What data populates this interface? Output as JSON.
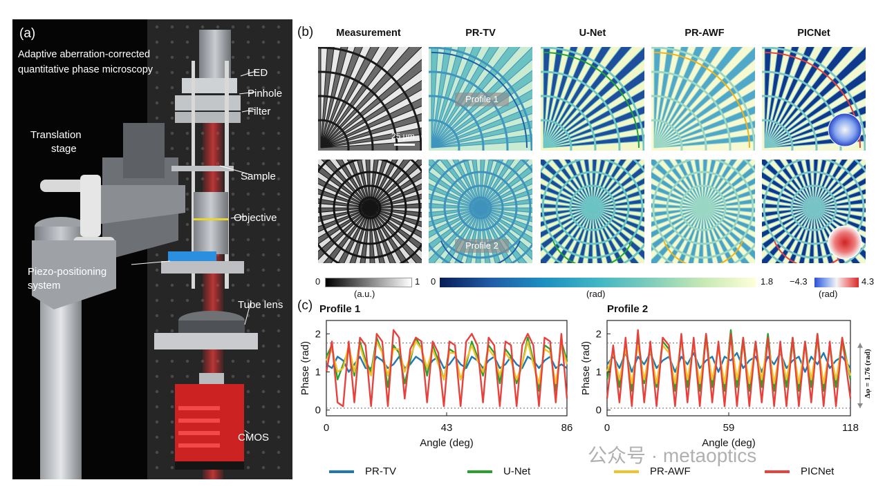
{
  "panel_a": {
    "letter": "(a)",
    "title_line1": "Adaptive aberration-corrected",
    "title_line2": "quantitative phase microscopy",
    "labels": {
      "led": "LED",
      "pinhole": "Pinhole",
      "filter": "Filter",
      "translation_line1": "Translation",
      "translation_line2": "stage",
      "sample": "Sample",
      "objective": "Objective",
      "piezo_line1": "Piezo-positioning",
      "piezo_line2": "system",
      "tube_lens": "Tube lens",
      "cmos": "CMOS"
    }
  },
  "panel_b": {
    "letter": "(b)",
    "columns": [
      "Measurement",
      "PR-TV",
      "U-Net",
      "PR-AWF",
      "PICNet"
    ],
    "profile1_label": "Profile 1",
    "profile2_label": "Profile 2",
    "scalebar": "25 μm",
    "colorbars": {
      "gray": {
        "min": "0",
        "max": "1",
        "unit": "(a.u.)"
      },
      "phase": {
        "min": "0",
        "max": "1.8",
        "unit": "(rad)"
      },
      "aberration": {
        "min": "−4.3",
        "max": "4.3",
        "unit": "(rad)"
      }
    }
  },
  "panel_c": {
    "letter": "(c)",
    "delta_annotation": "Δφ = 1.76 (rad)",
    "legend": [
      {
        "name": "PR-TV",
        "color": "#1f77b4"
      },
      {
        "name": "U-Net",
        "color": "#2ca02c"
      },
      {
        "name": "PR-AWF",
        "color": "#f2c12e"
      },
      {
        "name": "PICNet",
        "color": "#e8413c"
      }
    ]
  },
  "watermark": {
    "text": "公众号 · metaoptics"
  },
  "chart_data": [
    {
      "type": "line",
      "title": "Profile 1",
      "xlabel": "Angle (deg)",
      "ylabel": "Phase (rad)",
      "xlim": [
        0,
        86
      ],
      "ylim": [
        -0.15,
        2.35
      ],
      "xticks": [
        0,
        43,
        86
      ],
      "yticks": [
        0,
        1,
        2
      ],
      "reference_lines": [
        0.05,
        1.76
      ],
      "x": [
        0,
        2,
        4,
        6,
        8,
        10,
        12,
        14,
        16,
        18,
        20,
        22,
        24,
        26,
        28,
        30,
        32,
        34,
        36,
        38,
        40,
        42,
        44,
        46,
        48,
        50,
        52,
        54,
        56,
        58,
        60,
        62,
        64,
        66,
        68,
        70,
        72,
        74,
        76,
        78,
        80,
        82,
        84,
        86
      ],
      "series": [
        {
          "name": "PR-TV",
          "color": "#1f77b4",
          "values": [
            1.2,
            1.1,
            1.4,
            1.3,
            1.0,
            1.2,
            1.4,
            1.1,
            1.1,
            1.4,
            1.3,
            1.1,
            1.2,
            1.4,
            1.1,
            1.2,
            1.4,
            1.3,
            1.1,
            1.3,
            1.4,
            1.1,
            1.2,
            1.4,
            1.2,
            1.1,
            1.4,
            1.3,
            1.1,
            1.3,
            1.4,
            1.1,
            1.2,
            1.4,
            1.2,
            1.1,
            1.4,
            1.3,
            1.1,
            1.3,
            1.4,
            1.1,
            1.2,
            1.1
          ]
        },
        {
          "name": "U-Net",
          "color": "#2ca02c",
          "values": [
            1.4,
            1.7,
            0.8,
            1.2,
            1.6,
            0.9,
            1.8,
            1.3,
            1.0,
            1.9,
            1.5,
            0.6,
            1.7,
            1.5,
            0.7,
            1.3,
            1.9,
            1.6,
            0.9,
            1.7,
            1.3,
            0.8,
            1.6,
            1.5,
            0.8,
            1.2,
            1.8,
            1.4,
            0.9,
            1.7,
            1.5,
            0.7,
            1.6,
            1.4,
            0.7,
            1.2,
            1.9,
            1.3,
            0.5,
            1.7,
            1.6,
            0.5,
            1.8,
            1.3
          ]
        },
        {
          "name": "PR-AWF",
          "color": "#f2c12e",
          "values": [
            1.3,
            1.6,
            1.0,
            1.1,
            1.7,
            1.0,
            1.7,
            1.2,
            0.9,
            1.8,
            1.5,
            0.9,
            1.6,
            1.6,
            1.0,
            1.4,
            1.8,
            1.6,
            1.1,
            1.6,
            1.2,
            0.8,
            1.5,
            1.5,
            0.8,
            1.3,
            1.7,
            1.3,
            1.0,
            1.6,
            1.4,
            0.9,
            1.5,
            1.3,
            0.8,
            1.2,
            1.8,
            1.2,
            0.7,
            1.6,
            1.5,
            0.7,
            1.7,
            1.2
          ]
        },
        {
          "name": "PICNet",
          "color": "#e8413c",
          "values": [
            1.0,
            1.8,
            0.2,
            0.1,
            1.8,
            0.2,
            1.9,
            1.7,
            0.1,
            2.0,
            1.8,
            0.1,
            2.1,
            1.9,
            0.3,
            1.6,
            1.9,
            1.8,
            0.2,
            1.8,
            1.5,
            0.1,
            1.8,
            1.7,
            0.1,
            1.8,
            2.0,
            1.7,
            0.2,
            1.9,
            1.7,
            0.1,
            1.8,
            1.7,
            0.1,
            1.7,
            2.0,
            1.7,
            0.1,
            1.9,
            1.8,
            0.2,
            2.0,
            0.3
          ]
        }
      ]
    },
    {
      "type": "line",
      "title": "Profile 2",
      "xlabel": "Angle (deg)",
      "ylabel": "Phase (rad)",
      "xlim": [
        0,
        118
      ],
      "ylim": [
        -0.15,
        2.35
      ],
      "xticks": [
        0,
        59,
        118
      ],
      "yticks": [
        0,
        1,
        2
      ],
      "reference_lines": [
        0.05,
        1.76
      ],
      "x": [
        0,
        3,
        6,
        9,
        12,
        15,
        18,
        21,
        24,
        27,
        30,
        33,
        36,
        39,
        42,
        45,
        48,
        51,
        54,
        57,
        60,
        63,
        66,
        69,
        72,
        75,
        78,
        81,
        84,
        87,
        90,
        93,
        96,
        99,
        102,
        105,
        108,
        111,
        114,
        118
      ],
      "series": [
        {
          "name": "PR-TV",
          "color": "#1f77b4",
          "values": [
            1.2,
            1.4,
            1.1,
            1.5,
            1.0,
            1.4,
            1.2,
            1.5,
            1.1,
            1.3,
            1.4,
            1.0,
            1.4,
            1.2,
            1.5,
            1.1,
            1.3,
            1.4,
            1.0,
            1.4,
            1.3,
            1.5,
            1.1,
            1.3,
            1.4,
            1.0,
            1.4,
            1.2,
            1.5,
            1.1,
            1.3,
            1.4,
            1.0,
            1.4,
            1.2,
            1.5,
            1.1,
            1.3,
            1.4,
            1.1
          ]
        },
        {
          "name": "U-Net",
          "color": "#2ca02c",
          "values": [
            0.8,
            1.6,
            0.6,
            1.8,
            0.5,
            1.9,
            0.7,
            1.7,
            0.6,
            1.8,
            1.6,
            0.5,
            1.9,
            0.6,
            1.8,
            0.5,
            2.0,
            0.6,
            1.7,
            0.5,
            2.1,
            0.6,
            1.9,
            0.5,
            1.8,
            0.6,
            2.0,
            0.5,
            1.7,
            0.6,
            1.9,
            0.5,
            1.8,
            0.6,
            2.0,
            0.5,
            1.7,
            0.6,
            1.9,
            0.8
          ]
        },
        {
          "name": "PR-AWF",
          "color": "#f2c12e",
          "values": [
            1.0,
            1.5,
            0.8,
            1.6,
            0.7,
            1.7,
            0.8,
            1.6,
            0.7,
            1.7,
            1.5,
            0.7,
            1.8,
            0.8,
            1.7,
            0.7,
            1.8,
            0.8,
            1.6,
            0.7,
            1.9,
            0.8,
            1.7,
            0.7,
            1.7,
            0.8,
            1.8,
            0.7,
            1.6,
            0.8,
            1.7,
            0.7,
            1.7,
            0.8,
            1.8,
            0.7,
            1.6,
            0.8,
            1.7,
            0.9
          ]
        },
        {
          "name": "PICNet",
          "color": "#e8413c",
          "values": [
            0.3,
            1.7,
            0.2,
            1.9,
            0.1,
            2.1,
            0.2,
            1.8,
            0.1,
            1.9,
            1.7,
            0.1,
            2.0,
            0.2,
            1.9,
            0.1,
            2.0,
            0.2,
            1.8,
            0.1,
            2.0,
            0.1,
            1.9,
            0.1,
            1.8,
            0.2,
            1.9,
            0.1,
            1.8,
            0.1,
            1.9,
            0.1,
            1.8,
            0.2,
            2.0,
            0.1,
            1.8,
            0.1,
            1.9,
            0.3
          ]
        }
      ]
    }
  ]
}
